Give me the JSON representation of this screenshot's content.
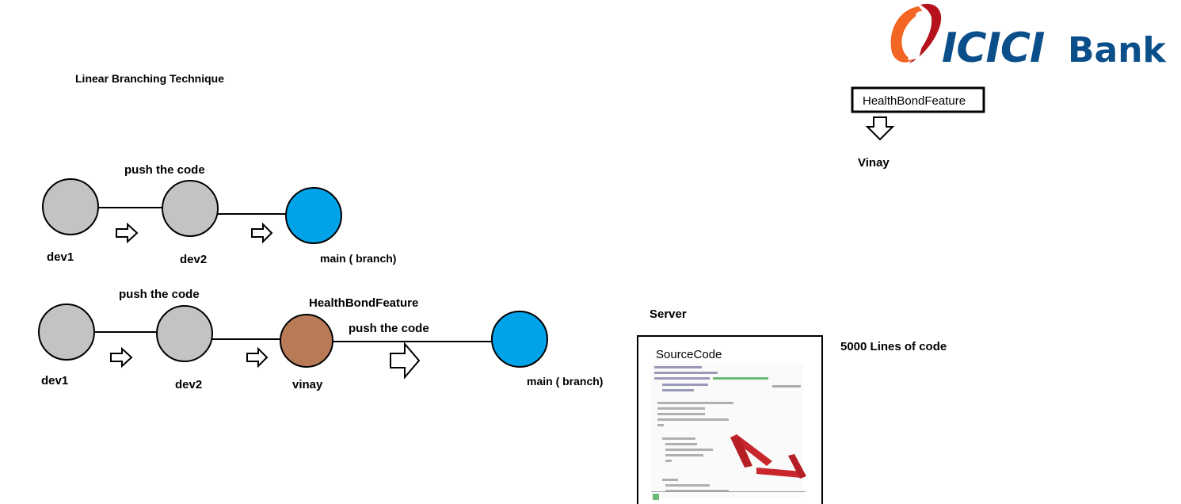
{
  "title": "Linear Branching Technique",
  "logo": {
    "brand": "ICICI",
    "suffix": "Bank",
    "colors": {
      "blue": "#0b4f8a",
      "orange": "#f26522",
      "red": "#b5121b"
    }
  },
  "colors": {
    "node_gray": "#c3c3c3",
    "node_main": "#00a2e8",
    "node_feature": "#b97a57",
    "stroke": "#000000",
    "code_red": "#c8262c",
    "code_green": "#2d9c3f"
  },
  "diagram1": {
    "edge_label": "push the code",
    "nodes": {
      "dev1": "dev1",
      "dev2": "dev2",
      "main": "main ( branch)"
    },
    "arrow_icons": [
      "right-arrow-icon",
      "right-arrow-icon"
    ]
  },
  "diagram2": {
    "edge_label_1": "push the code",
    "feature_label": "HealthBondFeature",
    "edge_label_2": "push the code",
    "nodes": {
      "dev1": "dev1",
      "dev2": "dev2",
      "vinay": "vinay",
      "main": "main ( branch)"
    },
    "arrow_icons": [
      "right-arrow-icon",
      "right-arrow-icon",
      "right-arrow-icon"
    ]
  },
  "feature_box": {
    "label": "HealthBondFeature",
    "owner": "Vinay",
    "arrow_icon": "down-arrow-icon"
  },
  "server": {
    "label": "Server",
    "panel_title": "SourceCode",
    "lines_note": "5000 Lines of code"
  }
}
